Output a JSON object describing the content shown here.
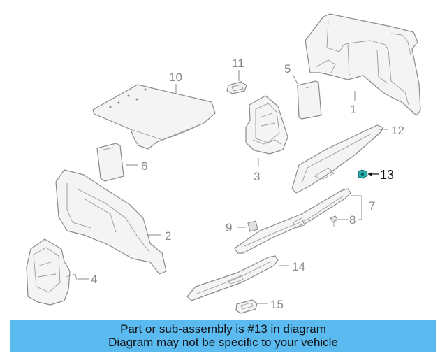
{
  "diagram": {
    "callouts": {
      "c1": "1",
      "c2": "2",
      "c3": "3",
      "c4": "4",
      "c5": "5",
      "c6": "6",
      "c7": "7",
      "c8": "8",
      "c9": "9",
      "c10": "10",
      "c11": "11",
      "c12": "12",
      "c13": "13",
      "c14": "14",
      "c15": "15"
    },
    "highlighted_part": "13",
    "highlight_color": "#1a9ea0"
  },
  "banner": {
    "line1": "Part or sub-assembly is #13 in diagram",
    "line2": "Diagram may not be specific to your vehicle",
    "background": "#5bbaf0"
  }
}
